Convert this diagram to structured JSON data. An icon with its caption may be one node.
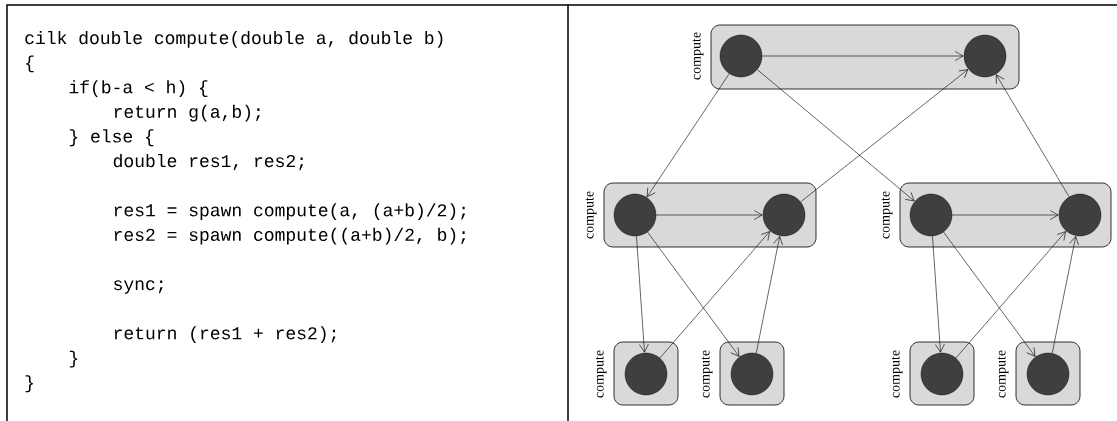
{
  "diagram": {
    "nodes": [
      {
        "text": [
          "compute"
        ]
      },
      {
        "text": [],
        "shape": "circle",
        "in": 0
      },
      {
        "text": [],
        "shape": "circle",
        "in": 0
      },
      {
        "text": [
          "compute"
        ]
      },
      {
        "text": [],
        "shape": "circle",
        "in": 3
      },
      {
        "text": [],
        "shape": "circle",
        "in": 3
      },
      {
        "text": [
          "compute"
        ]
      },
      {
        "text": [],
        "shape": "circle",
        "in": 6
      },
      {
        "text": [],
        "shape": "circle",
        "in": 6
      },
      {
        "text": [
          "compute"
        ]
      },
      {
        "text": [],
        "shape": "circle",
        "in": 9
      },
      {
        "text": [
          "compute"
        ]
      },
      {
        "text": [],
        "shape": "circle",
        "in": 11
      },
      {
        "text": [
          "compute"
        ]
      },
      {
        "text": [],
        "shape": "circle",
        "in": 13
      },
      {
        "text": [
          "compute"
        ]
      },
      {
        "text": [],
        "shape": "circle",
        "in": 15
      }
    ],
    "edges": [
      {
        "from": 1,
        "to": 2,
        "arrow": "to"
      },
      {
        "from": 1,
        "to": 4,
        "arrow": "to"
      },
      {
        "from": 1,
        "to": 7,
        "arrow": "to"
      },
      {
        "from": 5,
        "to": 2,
        "arrow": "to"
      },
      {
        "from": 8,
        "to": 2,
        "arrow": "to"
      },
      {
        "from": 4,
        "to": 5,
        "arrow": "to"
      },
      {
        "from": 7,
        "to": 8,
        "arrow": "to"
      },
      {
        "from": 4,
        "to": 10,
        "arrow": "to"
      },
      {
        "from": 4,
        "to": 12,
        "arrow": "to"
      },
      {
        "from": 10,
        "to": 5,
        "arrow": "to"
      },
      {
        "from": 12,
        "to": 5,
        "arrow": "to"
      },
      {
        "from": 7,
        "to": 14,
        "arrow": "to"
      },
      {
        "from": 7,
        "to": 16,
        "arrow": "to"
      },
      {
        "from": 14,
        "to": 8,
        "arrow": "to"
      },
      {
        "from": 16,
        "to": 8,
        "arrow": "to"
      }
    ],
    "labels": [
      "cilk double compute(double a, double b)",
      "{",
      "if(b-a < h) {",
      "return g(a,b);",
      "} else {",
      "double res1, res2;",
      "res1 = spawn compute(a, (a+b)/2);",
      "res2 = spawn compute((a+b)/2, b);",
      "sync;",
      "return (res1 + res2);",
      "}",
      "}"
    ]
  }
}
